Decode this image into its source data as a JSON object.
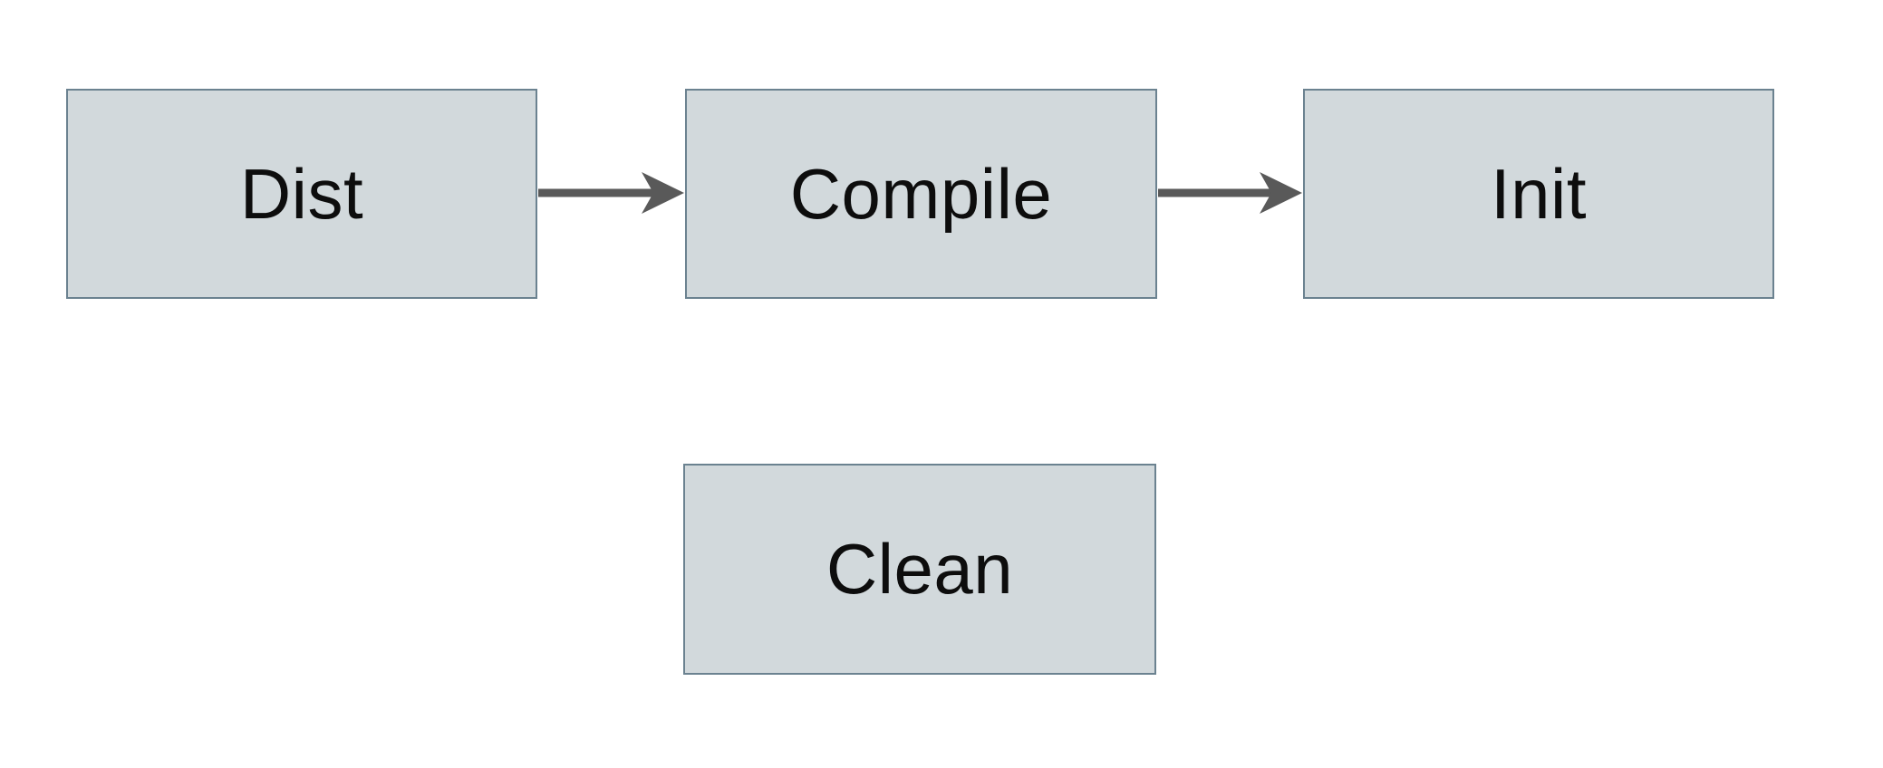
{
  "diagram": {
    "title": "build-tasks-flowchart",
    "nodes": [
      {
        "id": "dist",
        "label": "Dist"
      },
      {
        "id": "compile",
        "label": "Compile"
      },
      {
        "id": "init",
        "label": "Init"
      },
      {
        "id": "clean",
        "label": "Clean"
      }
    ],
    "edges": [
      {
        "from": "dist",
        "to": "compile"
      },
      {
        "from": "compile",
        "to": "init"
      }
    ],
    "colors": {
      "background": "#ffffff",
      "node_fill": "#d2d9dc",
      "node_border": "#6b8290",
      "arrow": "#595959",
      "label_text": "#0d0d0d"
    }
  }
}
